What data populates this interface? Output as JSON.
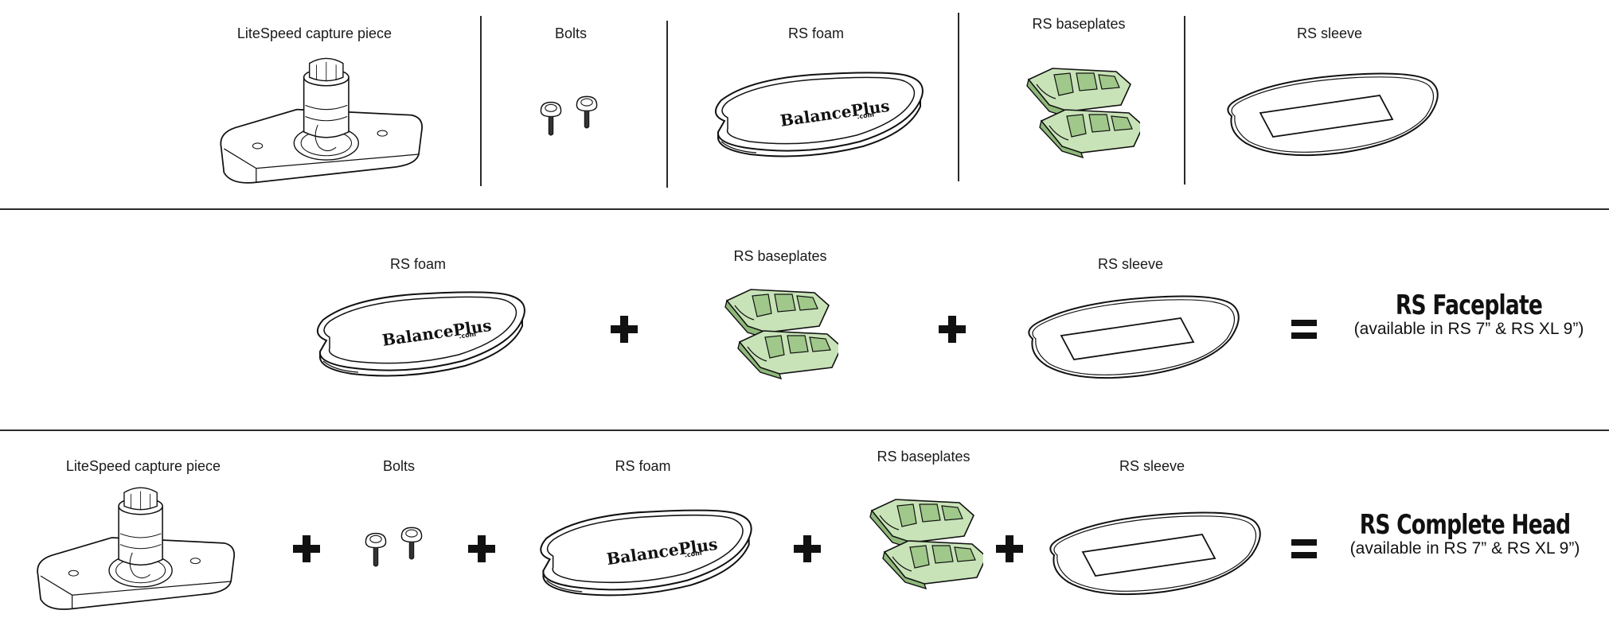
{
  "colors": {
    "ink": "#111111",
    "baseplate_fill": "#c9e3b8",
    "baseplate_shade": "#8fb97a",
    "rule": "#2a2a2a"
  },
  "row1": {
    "capture_label": "LiteSpeed capture piece",
    "bolts_label": "Bolts",
    "foam_label": "RS foam",
    "baseplates_label": "RS baseplates",
    "sleeve_label": "RS sleeve"
  },
  "row2": {
    "foam_label": "RS foam",
    "baseplates_label": "RS baseplates",
    "sleeve_label": "RS sleeve",
    "result_title": "RS Faceplate",
    "result_sub": "(available in RS 7” & RS XL 9”)"
  },
  "row3": {
    "capture_label": "LiteSpeed capture piece",
    "bolts_label": "Bolts",
    "foam_label": "RS foam",
    "baseplates_label": "RS baseplates",
    "sleeve_label": "RS sleeve",
    "result_title": "RS Complete Head",
    "result_sub": "(available in RS 7” & RS XL 9”)"
  },
  "brand_logo_text": "BalancePlus",
  "brand_logo_suffix": ".com",
  "icons": [
    "plus-icon",
    "equals-icon"
  ]
}
